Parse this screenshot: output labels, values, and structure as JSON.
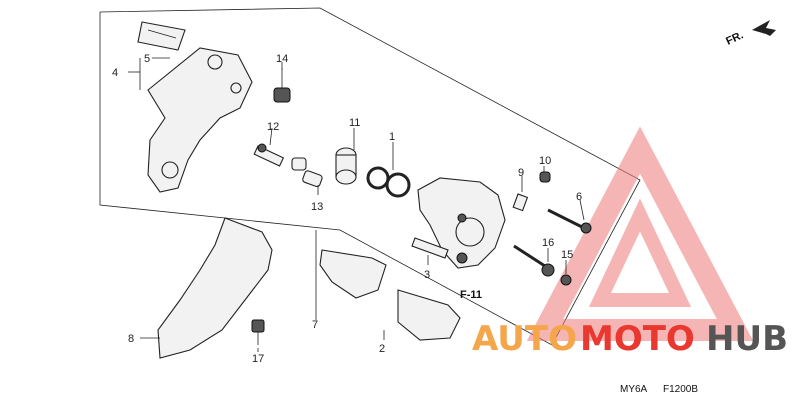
{
  "direction_label": "FR.",
  "reference_label": "F-11",
  "footer": {
    "model_code": "MY6A",
    "figure_code": "F1200B"
  },
  "watermark": {
    "text_part1": "AUTO",
    "text_part2": "MOTO",
    "text_part3": "HUB",
    "color_orange": "#f5a54a",
    "color_red": "#e8382f",
    "color_dark": "#555555",
    "triangle_color": "#f07a7a"
  },
  "callouts": [
    "1",
    "2",
    "3",
    "4",
    "5",
    "6",
    "7",
    "8",
    "9",
    "10",
    "11",
    "12",
    "13",
    "14",
    "15",
    "16",
    "17"
  ]
}
